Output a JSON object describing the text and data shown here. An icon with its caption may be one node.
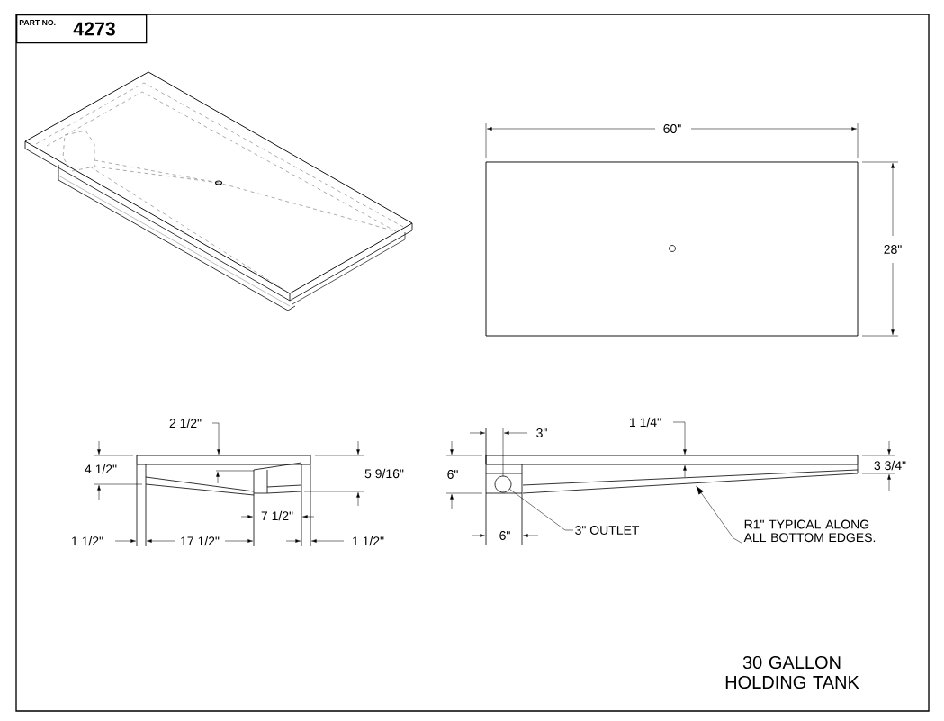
{
  "diagram": {
    "title": "30 GALLON HOLDING TANK",
    "nodes": [
      {
        "text": [
          "PART NO.",
          "4273"
        ]
      },
      {
        "text": [
          "3\" OUTLET"
        ]
      },
      {
        "text": [],
        "shape": "circle"
      },
      {
        "text": [
          "R1\" TYPICAL ALONG ALL BOTTOM EDGES."
        ]
      }
    ],
    "edges": [
      {
        "from": 1,
        "to": 2,
        "arrow": "none"
      },
      {
        "from": 3,
        "to": null,
        "arrow": "to"
      }
    ],
    "labels": [
      "60\"",
      "28\"",
      "2 1/2\"",
      "4 1/2\"",
      "5 9/16\"",
      "7 1/2\"",
      "1 1/2\"",
      "17 1/2\"",
      "1 1/2\"",
      "1 1/4\"",
      "3\"",
      "6\"",
      "3 3/4\"",
      "6\""
    ]
  }
}
